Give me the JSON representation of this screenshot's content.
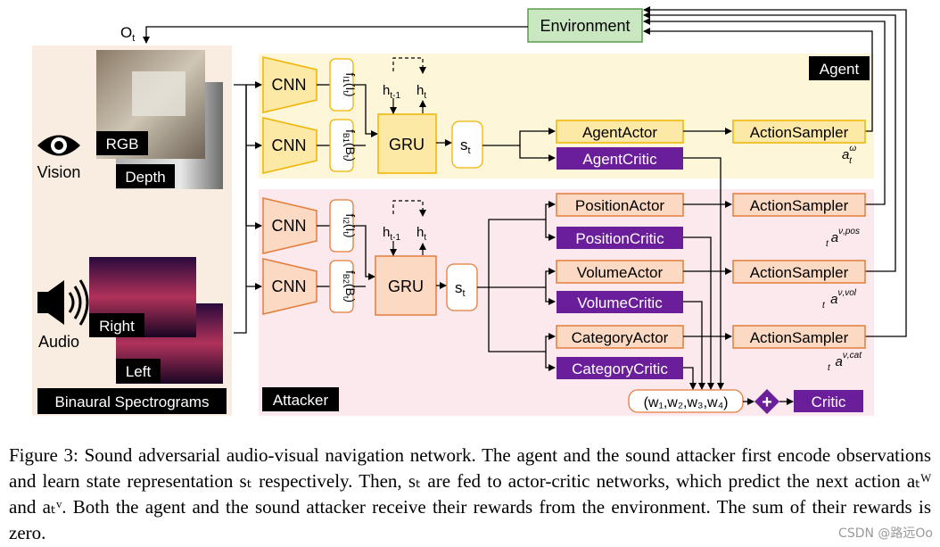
{
  "colors": {
    "agent_bg": "#fdf6d8",
    "attacker_bg": "#fbe9ee",
    "input_bg": "#f9ece0",
    "env_fill": "#c9e7c0",
    "env_stroke": "#5d9a4f",
    "yellow_fill": "#fde9a6",
    "yellow_stroke": "#f0b400",
    "orange_fill": "#fbd9c2",
    "orange_stroke": "#e37d3a",
    "purple": "#6a1e9a",
    "black": "#000000"
  },
  "labels": {
    "environment": "Environment",
    "observation": "O",
    "observation_sub": "t",
    "agent": "Agent",
    "attacker": "Attacker",
    "vision": "Vision",
    "audio": "Audio",
    "rgb": "RGB",
    "depth": "Depth",
    "right": "Right",
    "left": "Left",
    "binaural": "Binaural Spectrograms",
    "cnn": "CNN",
    "gru": "GRU",
    "state": "s",
    "state_sub": "t",
    "h_prev": "h",
    "h_prev_sub": "t-1",
    "h_cur": "h",
    "h_cur_sub": "t",
    "f_i1": "f",
    "f_i1_sub": "I1",
    "f_i1_arg": "(I",
    "f_i1_arg_sub": "t",
    "f_b1": "f",
    "f_b1_sub": "B1",
    "f_b1_arg": "(B",
    "f_b1_arg_sub": "t",
    "f_i2": "f",
    "f_i2_sub": "I2",
    "f_i2_arg": "(I",
    "f_i2_arg_sub": "t",
    "f_b2": "f",
    "f_b2_sub": "B2",
    "f_b2_arg": "(B",
    "f_b2_arg_sub": "t",
    "close_paren": ")",
    "agent_actor": "AgentActor",
    "agent_critic": "AgentCritic",
    "position_actor": "PositionActor",
    "position_critic": "PositionCritic",
    "volume_actor": "VolumeActor",
    "volume_critic": "VolumeCritic",
    "category_actor": "CategoryActor",
    "category_critic": "CategoryCritic",
    "action_sampler": "ActionSampler",
    "weights": "(w₁,w₂,w₃,w₄)",
    "plus": "+",
    "critic": "Critic",
    "a": "a",
    "a_sub": "t",
    "sup_omega": "ω",
    "sup_pos": "ν,pos",
    "sup_vol": "ν,vol",
    "sup_cat": "ν,cat"
  },
  "caption": "Figure 3: Sound adversarial audio-visual navigation network. The agent and the sound attacker first encode observations and learn state representation sₜ respectively. Then, sₜ are fed to actor-critic networks, which predict the next action aₜᵂ and aₜᵛ. Both the agent and the sound attacker receive their rewards from the environment. The sum of their rewards is zero.",
  "watermark": "CSDN @路远Oo"
}
